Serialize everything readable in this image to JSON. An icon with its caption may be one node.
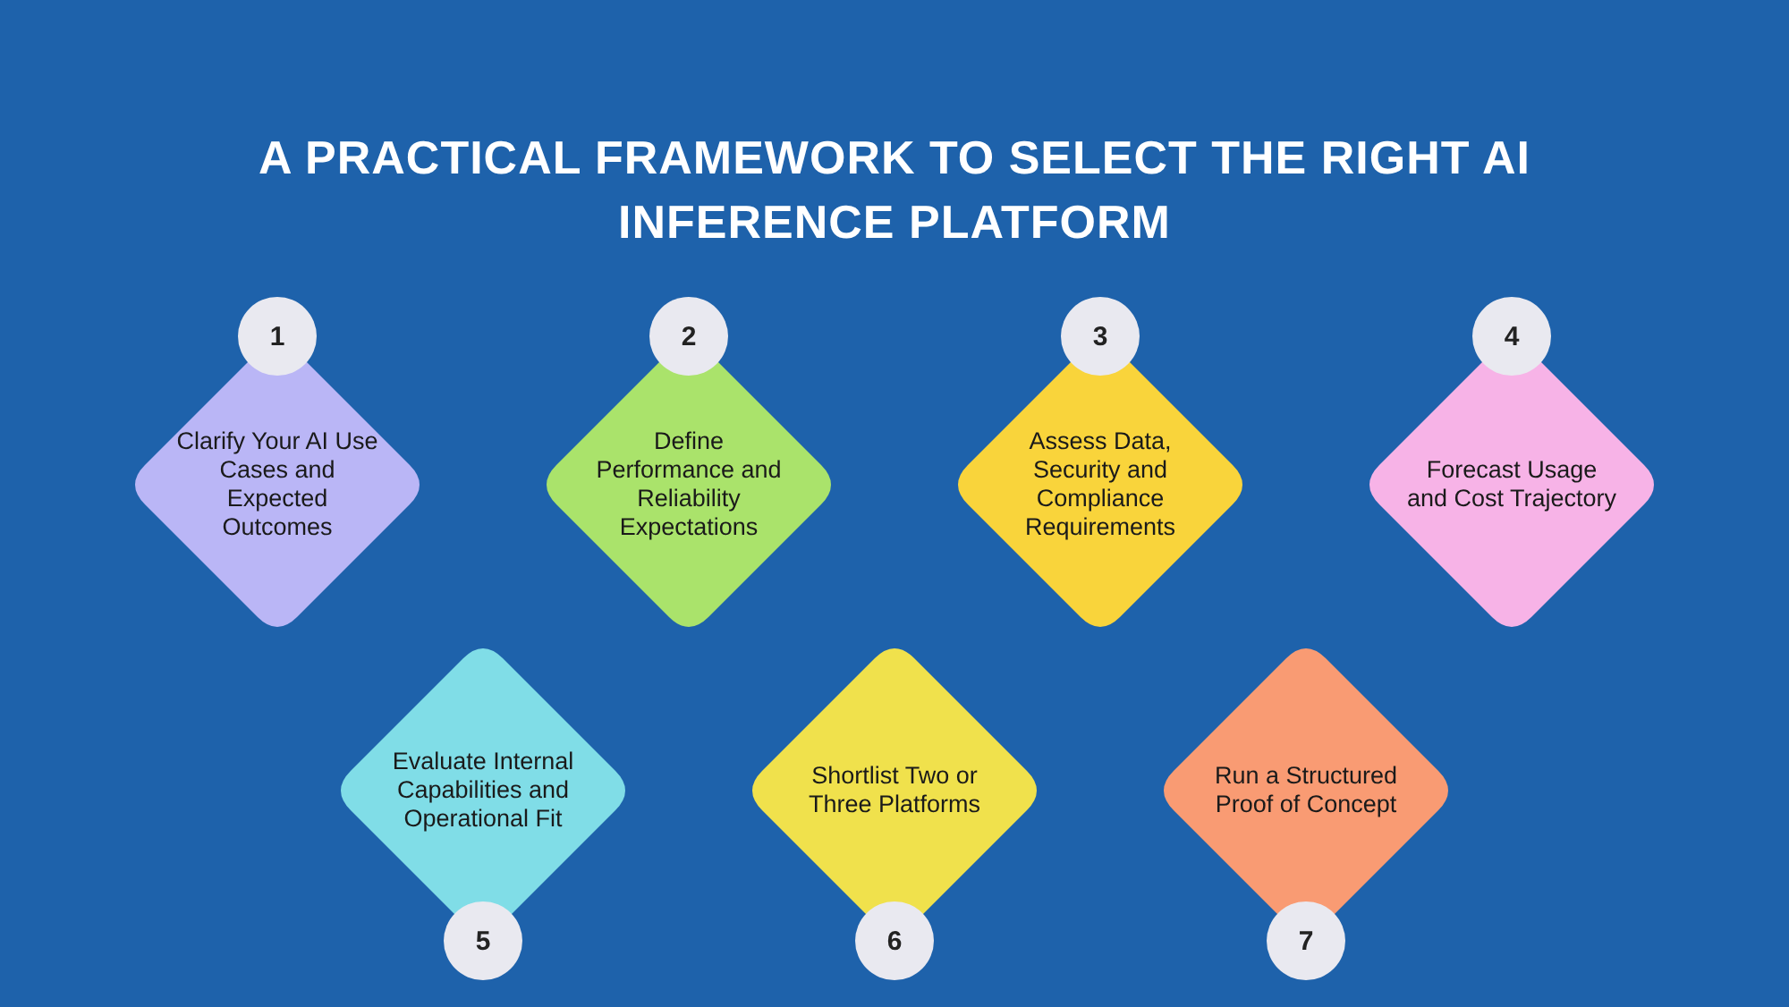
{
  "diagram": {
    "title": "A PRACTICAL FRAMEWORK TO SELECT THE RIGHT AI INFERENCE PLATFORM",
    "nodes": [
      {
        "text": [
          "1"
        ]
      },
      {
        "text": [
          "Clarify Your AI Use Cases and Expected Outcomes"
        ]
      },
      {
        "text": [
          "2"
        ]
      },
      {
        "text": [
          "Define Performance and Reliability Expectations"
        ]
      },
      {
        "text": [
          "3"
        ]
      },
      {
        "text": [
          "Assess Data, Security and Compliance Requirements"
        ]
      },
      {
        "text": [
          "4"
        ]
      },
      {
        "text": [
          "Forecast Usage and Cost Trajectory"
        ]
      },
      {
        "text": [
          "Evaluate Internal Capabilities and Operational Fit"
        ]
      },
      {
        "text": [
          "5"
        ]
      },
      {
        "text": [
          "Shortlist Two or Three Platforms"
        ]
      },
      {
        "text": [
          "6"
        ]
      },
      {
        "text": [
          "Run a Structured Proof of Concept"
        ]
      },
      {
        "text": [
          "7"
        ]
      }
    ],
    "edges": []
  }
}
